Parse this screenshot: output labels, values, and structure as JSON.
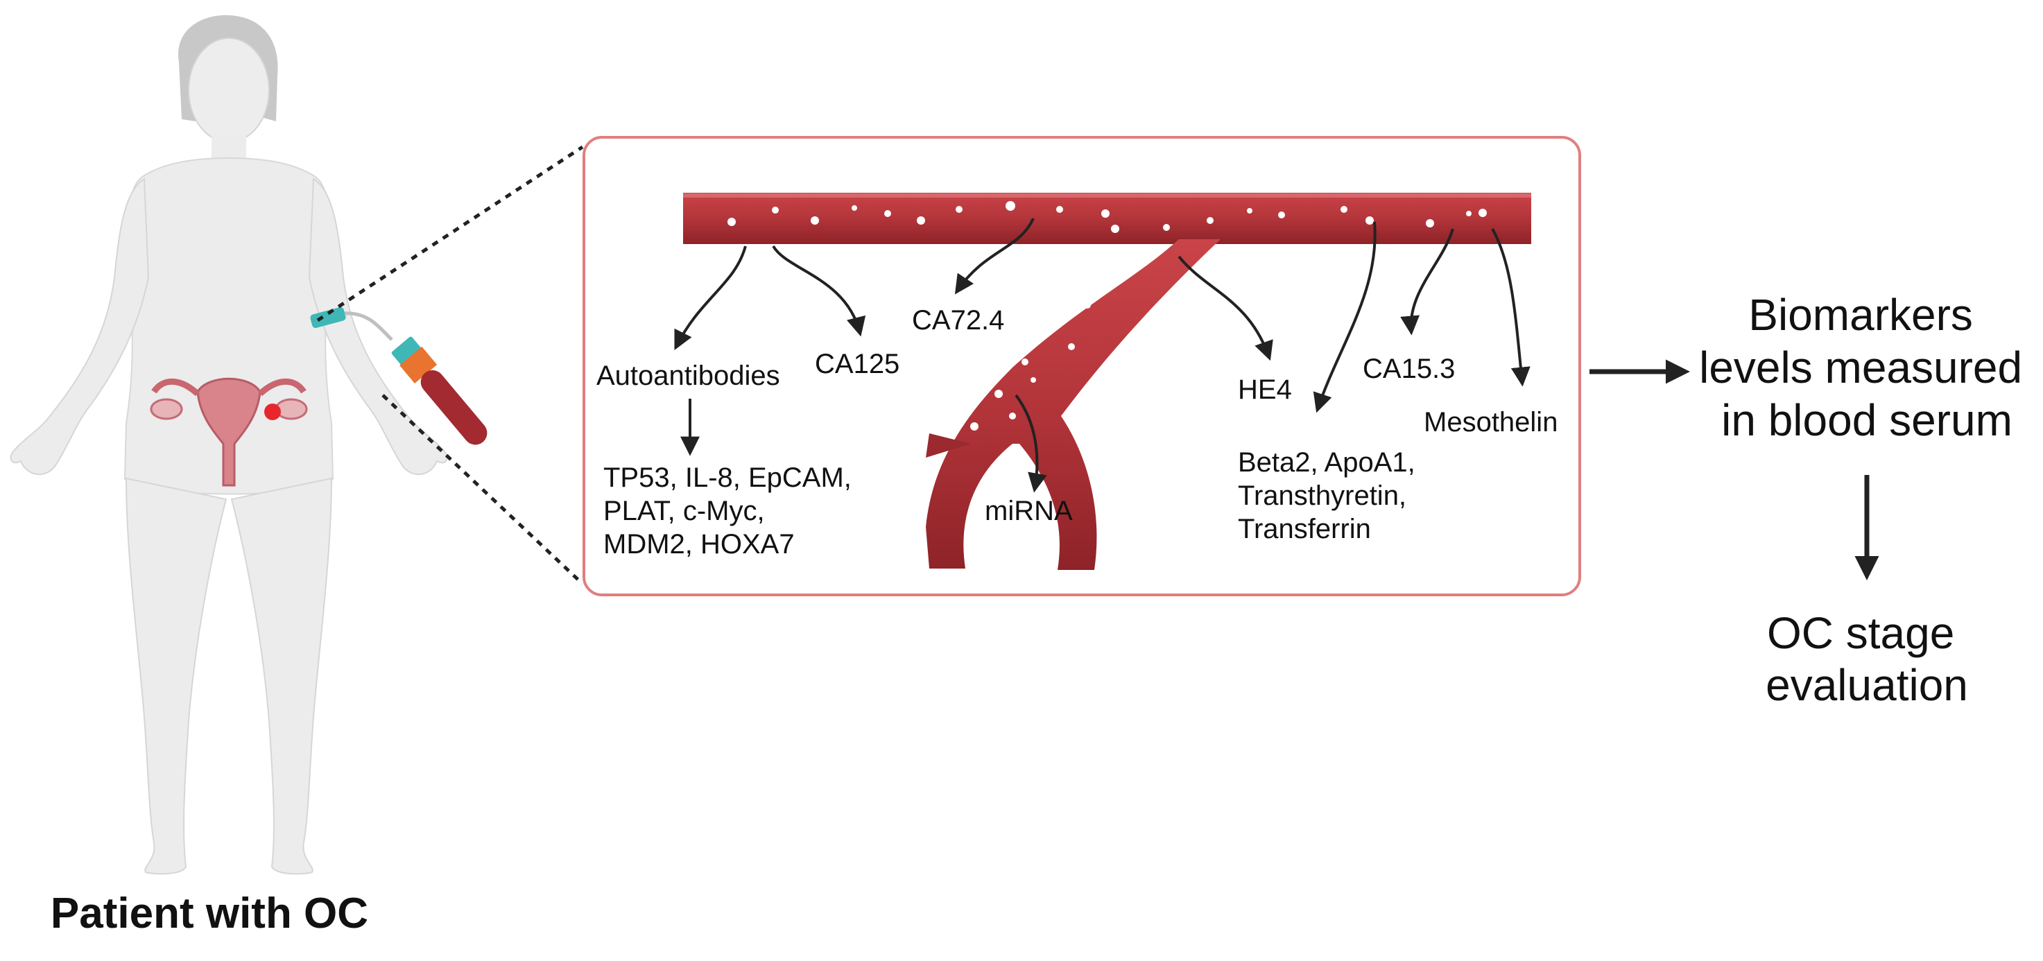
{
  "patient_label": "Patient with OC",
  "inset": {
    "markers": {
      "autoantibodies": "Autoantibodies",
      "ca125": "CA125",
      "ca724": "CA72.4",
      "mirna": "miRNA",
      "he4": "HE4",
      "ca153": "CA15.3",
      "mesothelin": "Mesothelin"
    },
    "autoantibody_targets": [
      "TP53, IL-8, EpCAM,",
      "PLAT, c-Myc,",
      "MDM2, HOXA7"
    ],
    "proteins": [
      "Beta2, ApoA1,",
      "Transthyretin,",
      "Transferrin"
    ]
  },
  "outcome": {
    "measured": [
      "Biomarkers",
      "levels measured",
      "in blood serum"
    ],
    "evaluation": [
      "OC stage",
      "evaluation"
    ]
  },
  "colors": {
    "vessel": "#b5373b",
    "vessel_dark": "#8e2328",
    "inset_border": "#e07f7f",
    "body_fill": "#ececec",
    "uterus": "#d9838a",
    "tube_cap": "#3fb7b6",
    "tube_blood": "#a32a30",
    "arrow": "#222222"
  }
}
